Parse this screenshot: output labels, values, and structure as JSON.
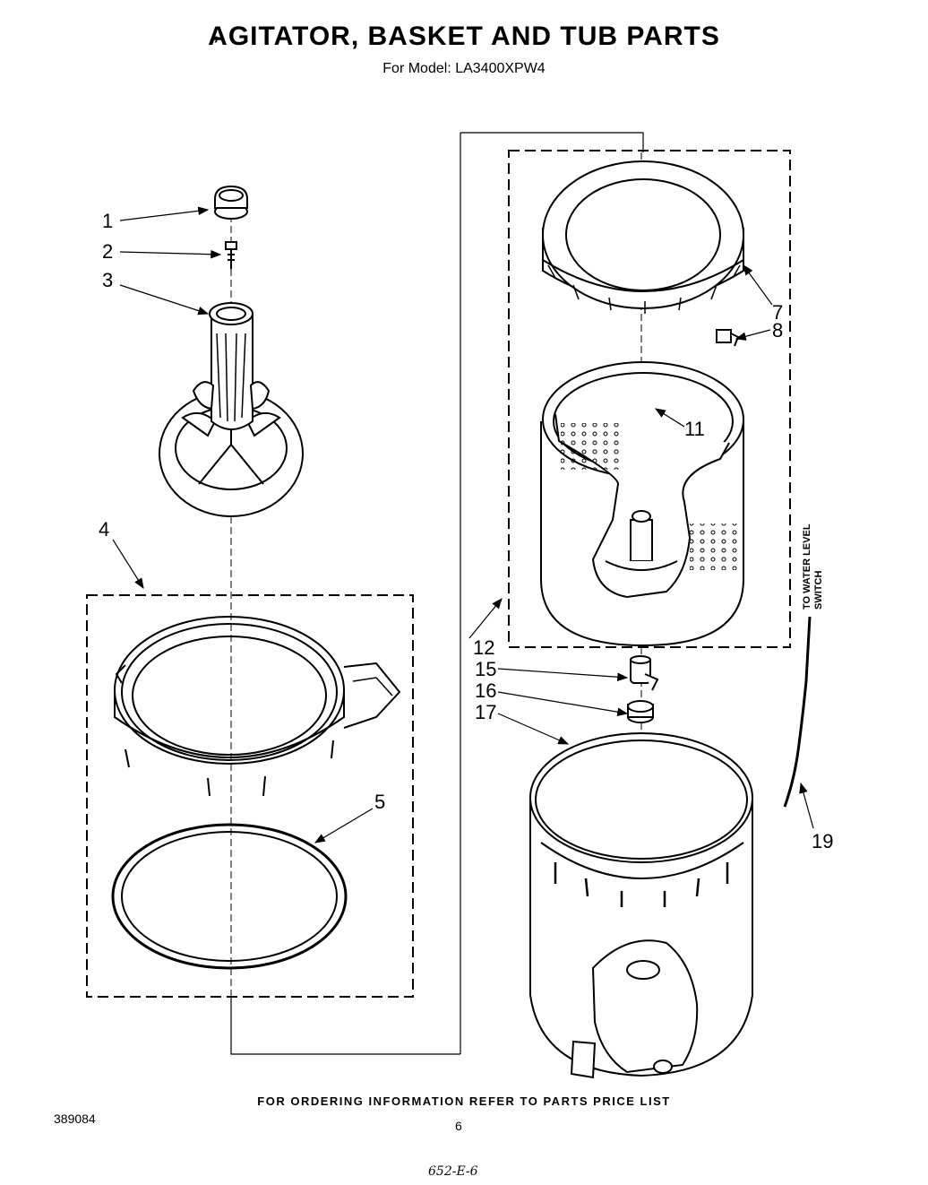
{
  "header": {
    "title": "AGITATOR, BASKET AND TUB PARTS",
    "subtitle": "For Model: LA3400XPW4",
    "tick_mark": ","
  },
  "callouts": [
    "1",
    "2",
    "3",
    "4",
    "5",
    "7",
    "8",
    "11",
    "12",
    "15",
    "16",
    "17",
    "19"
  ],
  "annotation": {
    "line1": "TO WATER LEVEL",
    "line2": "SWITCH"
  },
  "footer": {
    "ordering_note": "FOR ORDERING INFORMATION REFER TO PARTS PRICE LIST",
    "doc_number": "389084",
    "page_number": "6",
    "handwritten": "652-E-6"
  }
}
